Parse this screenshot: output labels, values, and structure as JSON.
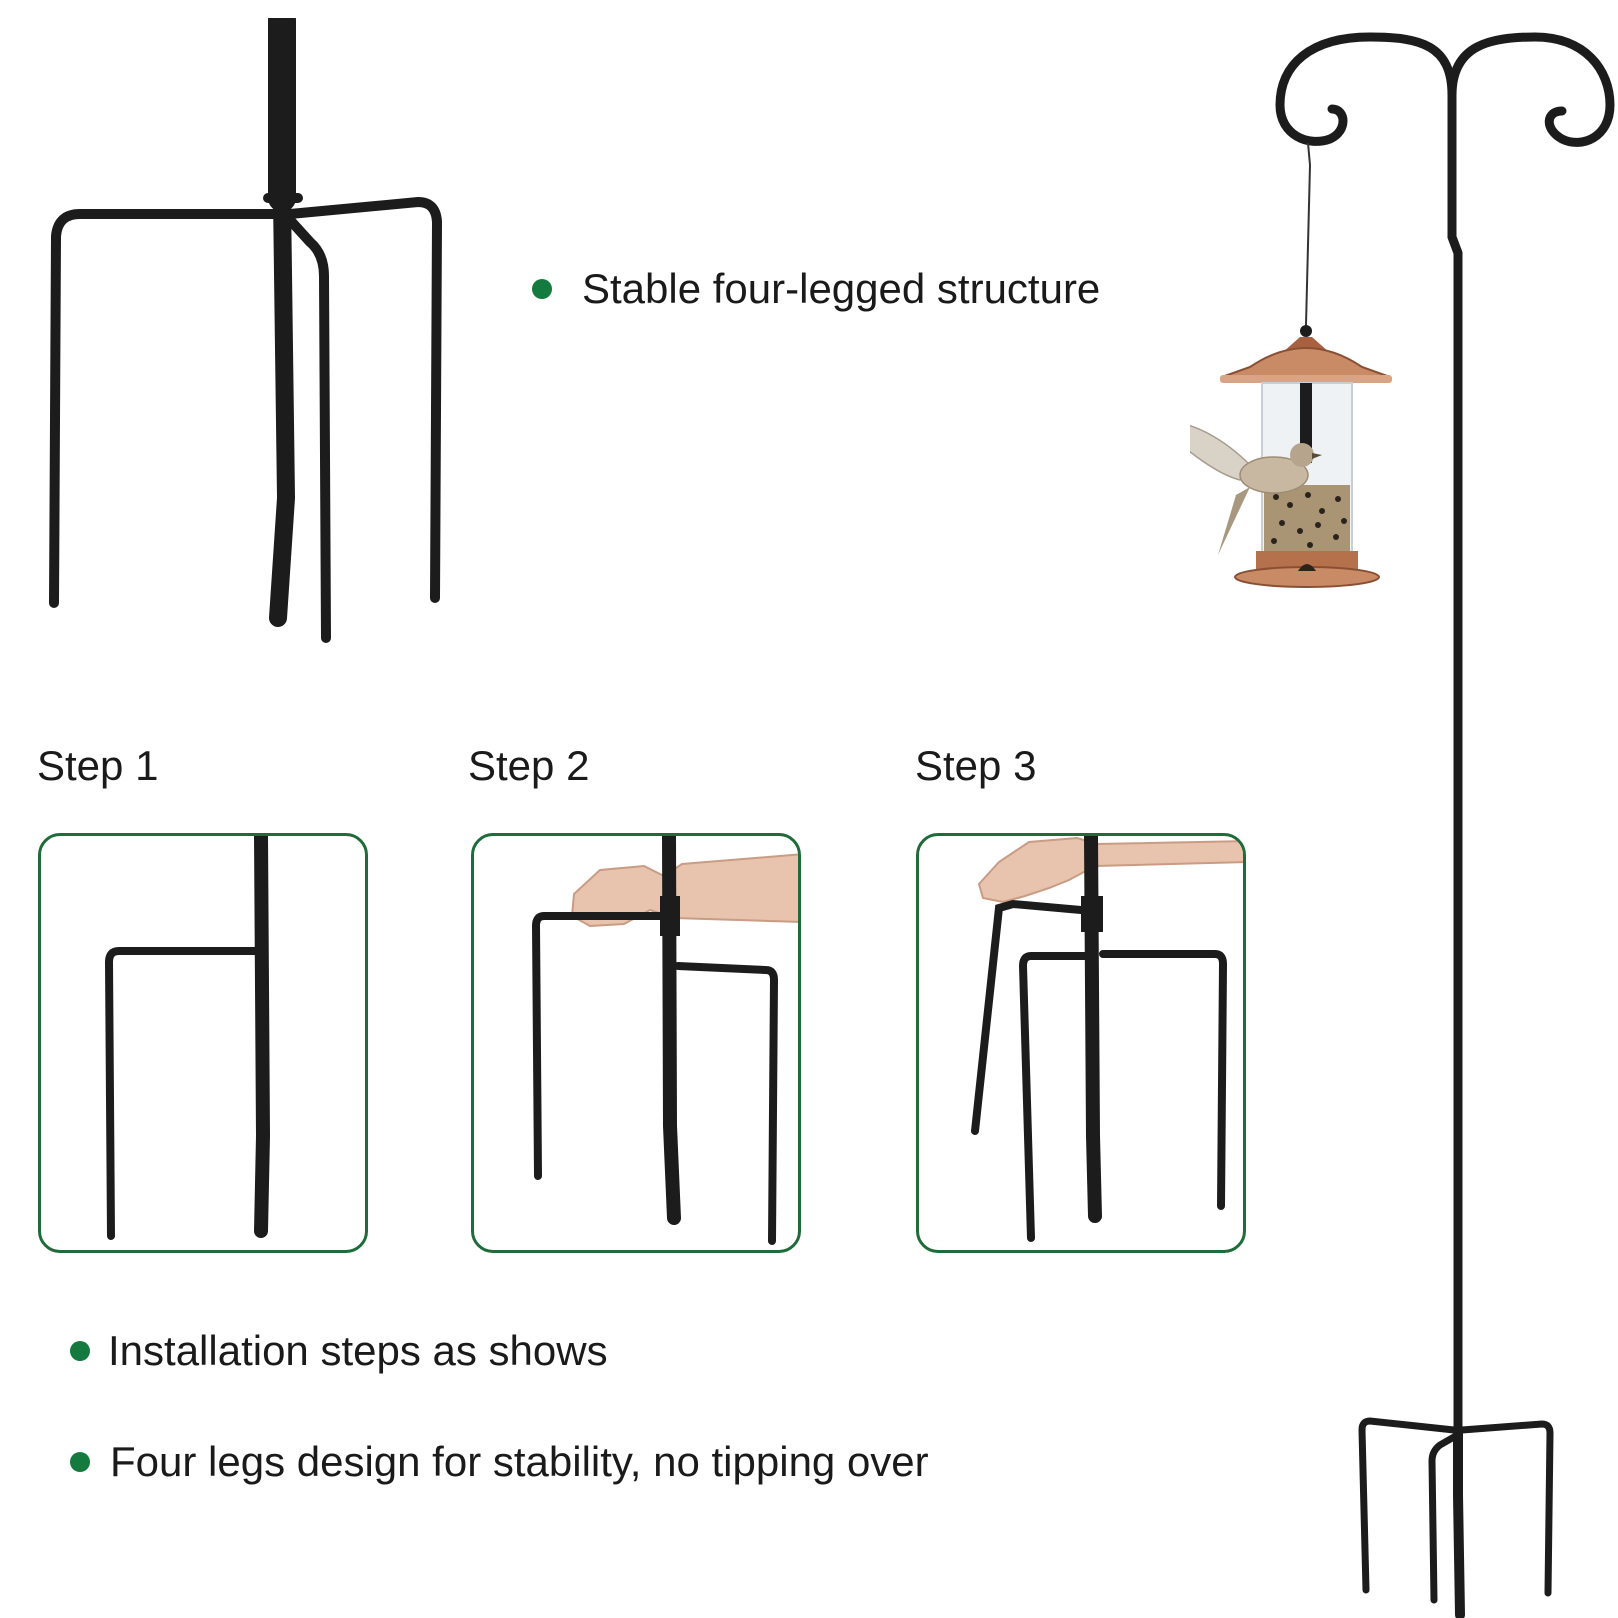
{
  "features": {
    "stable": "Stable four-legged structure",
    "install": "Installation steps as shows",
    "four_legs": "Four legs design for stability, no tipping over"
  },
  "steps": [
    {
      "title": "Step 1"
    },
    {
      "title": "Step 2"
    },
    {
      "title": "Step 3"
    }
  ],
  "colors": {
    "accent_green": "#157a3d",
    "card_border": "#1f6b3a",
    "metal": "#1c1c1c",
    "copper": "#b5714c"
  },
  "icons": {
    "bullet": "green-dot-icon"
  }
}
